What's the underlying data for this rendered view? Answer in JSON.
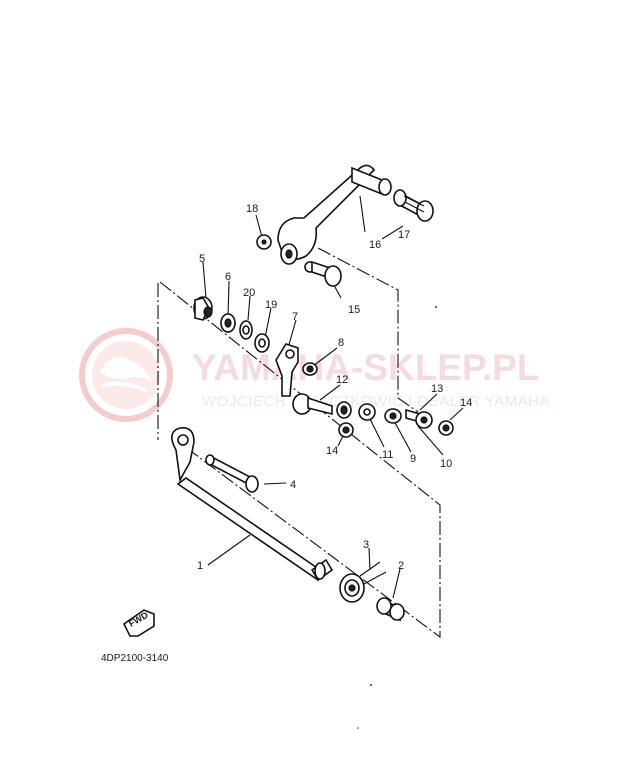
{
  "diagram": {
    "code": "4DP2100-3140",
    "fwd_label": "FWD",
    "callouts": [
      "1",
      "2",
      "3",
      "4",
      "5",
      "6",
      "7",
      "8",
      "9",
      "10",
      "11",
      "12",
      "13",
      "14",
      "14",
      "15",
      "16",
      "17",
      "18",
      "19",
      "20"
    ],
    "watermark": {
      "brand": "YAMAHA-SKLEP.PL",
      "tagline": "WOJCIECH ZAJĄCZKOWIC | DEALER YAMAHA",
      "color": "#e8a0a0"
    }
  }
}
